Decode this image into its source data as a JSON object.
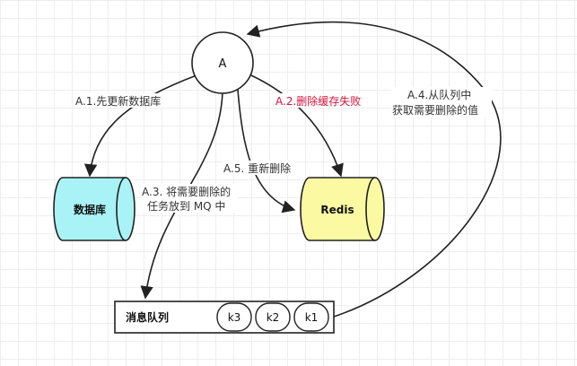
{
  "nodes": {
    "a": "A",
    "database": "数据库",
    "redis": "Redis",
    "queue": "消息队列",
    "queue_items": [
      "k3",
      "k2",
      "k1"
    ]
  },
  "edges": {
    "a1": "A.1.先更新数据库",
    "a2": "A.2.删除缓存失败",
    "a3_line1": "A.3. 将需要删除的",
    "a3_line2": "任务放到 MQ 中",
    "a4_line1": "A.4.从队列中",
    "a4_line2": "获取需要删除的值",
    "a5": "A.5. 重新删除"
  },
  "colors": {
    "database_fill": "#a9f3f6",
    "redis_fill": "#fbfaa3",
    "highlight_label": "#d4143c",
    "stroke": "#222222"
  }
}
